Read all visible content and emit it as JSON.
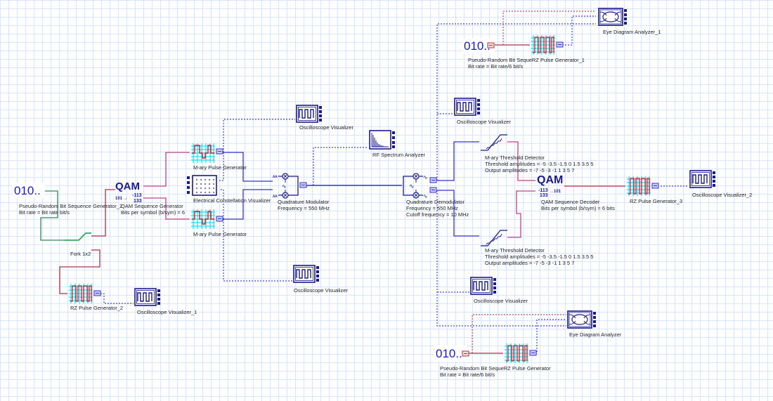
{
  "diagram": {
    "colors": {
      "electrical": "#3333cc",
      "binary": "#aa3344",
      "mary": "#bb4488",
      "fork": "#338855",
      "icon": "#1a1a8c",
      "grid": "#d8e4fb"
    },
    "components": {
      "prbs_main": {
        "name": "Pseudo-Random Bit Sequence Generator_2",
        "param": "Bit rate = Bit rate  bit/s",
        "icon_text": "010.."
      },
      "qam_gen": {
        "name": "QAM Sequence Generator",
        "param": "Bits per symbol (b/sym) = 6",
        "icon_text": "QAM",
        "icon_sub_left": "101 →",
        "icon_sub_top": "-113",
        "icon_sub_bottom": "133"
      },
      "fork": {
        "name": "Fork 1x2"
      },
      "rz_gen_2": {
        "name": "RZ Pulse Generator_2"
      },
      "osc_1": {
        "name": "Oscilloscope Visualizer_1"
      },
      "mary_pulse_top": {
        "name": "M-ary Pulse Generator"
      },
      "mary_pulse_bottom": {
        "name": "M-ary Pulse Generator"
      },
      "constellation": {
        "name": "Electrical Constellation Visualizer"
      },
      "osc_top": {
        "name": "Oscilloscope Visualizer"
      },
      "osc_bottom": {
        "name": "Oscilloscope Visualizer"
      },
      "quad_mod": {
        "name": "Quadrature Modulator",
        "param": "Frequency = 550  MHz"
      },
      "rf_spectrum": {
        "name": "RF Spectrum Analyzer"
      },
      "quad_demod": {
        "name": "Quadrature Demodulator",
        "param1": "Frequency = 550  MHz",
        "param2": "Cutoff frequency = 10  MHz"
      },
      "threshold_top": {
        "name": "M-ary Threshold Detector",
        "param1": "Threshold amplitudes = -5 -3.5 -1.5 0 1.5 3.5 5",
        "param2": "Output amplitudes = -7 -5 -3 -1 1 3 5 7"
      },
      "threshold_bottom": {
        "name": "M-ary Threshold Detector",
        "param1": "Threshold amplitudes = -5 -3.5 -1.5 0 1.5 3.5 5",
        "param2": "Output amplitudes = -7 -5 -3 -1 1 3 5 7"
      },
      "qam_dec": {
        "name": "QAM Sequence Decoder",
        "param": "Bits per symbol (b/sym) = 6  bits",
        "icon_text": "QAM",
        "icon_sub_top": "-113",
        "icon_sub_right": "→101",
        "icon_sub_bottom": "133"
      },
      "rz_gen_3": {
        "name": "RZ Pulse Generator_3"
      },
      "osc_2": {
        "name": "Oscilloscope Visualizer_2"
      },
      "osc_right_top": {
        "name": "Oscilloscope Visualizer"
      },
      "osc_right_bottom": {
        "name": "Oscilloscope Visualizer"
      },
      "eye_1": {
        "name": "Eye Diagram Analyzer_1"
      },
      "eye": {
        "name": "Eye Diagram Analyzer"
      },
      "prbs_1": {
        "name": "Pseudo-Random Bit Seque",
        "param": "Bit rate = Bit rate/6  bit/s",
        "icon_text": "010.."
      },
      "rz_gen_1": {
        "name": "RZ Pulse Generator_1"
      },
      "prbs_bottom": {
        "name": "Pseudo-Random Bit Seque",
        "param": "Bit rate = Bit rate/6  bit/s",
        "icon_text": "010.."
      },
      "rz_gen": {
        "name": "RZ Pulse Generator"
      }
    }
  }
}
